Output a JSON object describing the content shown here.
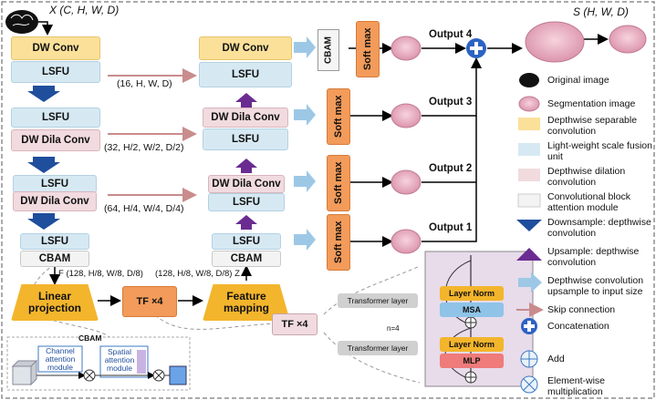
{
  "input_label": "X (C, H, W, D)",
  "output_label": "S (H, W, D)",
  "encoder": {
    "b1_dwconv": "DW Conv",
    "b1_lsfu": "LSFU",
    "b2_lsfu": "LSFU",
    "b2_dila": "DW Dila Conv",
    "b3_lsfu": "LSFU",
    "b3_dila": "DW Dila Conv",
    "b4_lsfu": "LSFU",
    "b4_cbam": "CBAM"
  },
  "decoder": {
    "d1_dwconv": "DW Conv",
    "d1_lsfu": "LSFU",
    "d2_dila": "DW Dila Conv",
    "d2_lsfu": "LSFU",
    "d3_dila": "DW Dila Conv",
    "d3_lsfu": "LSFU",
    "d4_lsfu": "LSFU",
    "d4_cbam": "CBAM"
  },
  "skip_labels": {
    "s1": "(16, H, W, D)",
    "s2": "(32, H/2, W/2, D/2)",
    "s3": "(64, H/4, W/4, D/4)",
    "f_label": "F (128, H/8, W/8, D/8)",
    "z_label": "(128, H/8, W/8, D/8) Z"
  },
  "bottleneck": {
    "linear": "Linear projection",
    "tf": "TF ×4",
    "feature": "Feature mapping"
  },
  "heads": {
    "cbam": "CBAM",
    "softmax": "Soft max",
    "out4": "Output 4",
    "out3": "Output 3",
    "out2": "Output 2",
    "out1": "Output 1"
  },
  "cbam_detail": {
    "title": "CBAM",
    "channel": "Channel attention module",
    "spatial": "Spatial attention module"
  },
  "tf_detail": {
    "tf_block": "TF ×4",
    "layer_top": "Transformer layer",
    "layer_bottom": "Transformer layer",
    "n": "n=4",
    "norm1": "Layer Norm",
    "msa": "MSA",
    "norm2": "Layer Norm",
    "mlp": "MLP"
  },
  "legend": [
    {
      "icon": "original-image-icon",
      "text": "Original image"
    },
    {
      "icon": "segmentation-image-icon",
      "text": "Segmentation image"
    },
    {
      "icon": "yellow-swatch",
      "text": "Depthwise separable convolution"
    },
    {
      "icon": "blue-swatch",
      "text": "Light-weight scale fusion unit"
    },
    {
      "icon": "pink-swatch",
      "text": "Depthwise dilation convolution"
    },
    {
      "icon": "white-swatch",
      "text": "Convolutional block attention module"
    },
    {
      "icon": "down-arrow-icon",
      "text": "Downsample: depthwise convolution"
    },
    {
      "icon": "up-arrow-icon",
      "text": "Upsample: depthwise convolution"
    },
    {
      "icon": "light-arrow-icon",
      "text": "Depthwise convolution upsample to input size"
    },
    {
      "icon": "skip-arrow-icon",
      "text": "Skip connection"
    },
    {
      "icon": "concat-icon",
      "text": "Concatenation"
    },
    {
      "icon": "add-icon",
      "text": "Add"
    },
    {
      "icon": "multiply-icon",
      "text": "Element-wise multiplication"
    }
  ],
  "colors": {
    "yellow": "#fbe09a",
    "blue": "#d6e9f3",
    "pink": "#f1dbdf",
    "orange": "#f29b5a",
    "navy": "#1f4e9c",
    "purple": "#6a2c91",
    "skip": "#c98c8c",
    "light_arrow": "#9cc8e6"
  }
}
